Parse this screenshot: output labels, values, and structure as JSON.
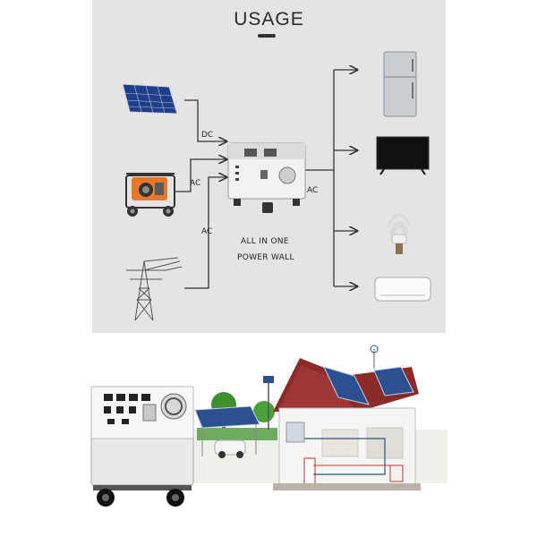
{
  "header": {
    "title": "USAGE"
  },
  "labels": {
    "dc": "DC",
    "ac_generator": "AC",
    "ac_grid": "AC",
    "ac_output": "AC",
    "product_line1": "ALL IN ONE",
    "product_line2": "POWER WALL"
  },
  "inputs": [
    {
      "name": "solar-panel-icon"
    },
    {
      "name": "generator-icon"
    },
    {
      "name": "power-tower-icon"
    }
  ],
  "outputs": [
    {
      "name": "refrigerator-icon"
    },
    {
      "name": "television-icon"
    },
    {
      "name": "light-bulb-icon"
    },
    {
      "name": "air-conditioner-icon"
    }
  ],
  "colors": {
    "panel_bg": "#e4e4e4",
    "line": "#333333",
    "roof_red": "#8b2a2a",
    "grass": "#4f9a3a"
  }
}
